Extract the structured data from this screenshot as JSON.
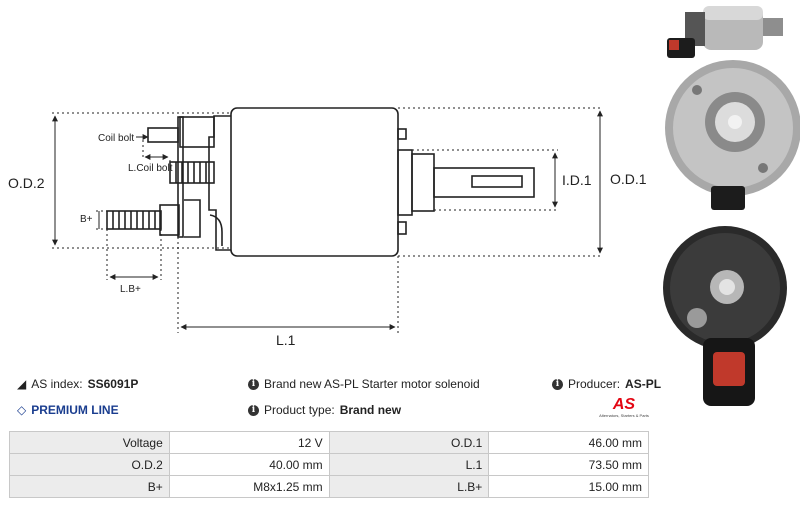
{
  "drawing": {
    "label_od2": "O.D.2",
    "label_od1": "O.D.1",
    "label_id1": "I.D.1",
    "label_l1": "L.1",
    "label_lb": "L.B+",
    "label_bplus": "B+",
    "label_coil_bolt": "Coil bolt",
    "label_l_coil_bolt": "L.Coil bolt"
  },
  "info": {
    "as_index_label": "AS index:",
    "as_index_value": "SS6091P",
    "premium_line": "PREMIUM LINE",
    "description": "Brand new AS-PL Starter motor solenoid",
    "product_type_label": "Product type:",
    "product_type_value": "Brand new",
    "producer_label": "Producer:",
    "producer_value": "AS-PL",
    "logo_text": "AS",
    "logo_tagline": "Alternators, Starters & Parts"
  },
  "specs": [
    {
      "label": "Voltage",
      "value": "12 V",
      "label2": "O.D.1",
      "value2": "46.00 mm"
    },
    {
      "label": "O.D.2",
      "value": "40.00 mm",
      "label2": "L.1",
      "value2": "73.50 mm"
    },
    {
      "label": "B+",
      "value": "M8x1.25 mm",
      "label2": "L.B+",
      "value2": "15.00 mm"
    }
  ],
  "colors": {
    "accent_red": "#e30613",
    "premium_blue": "#1a3d8f"
  }
}
